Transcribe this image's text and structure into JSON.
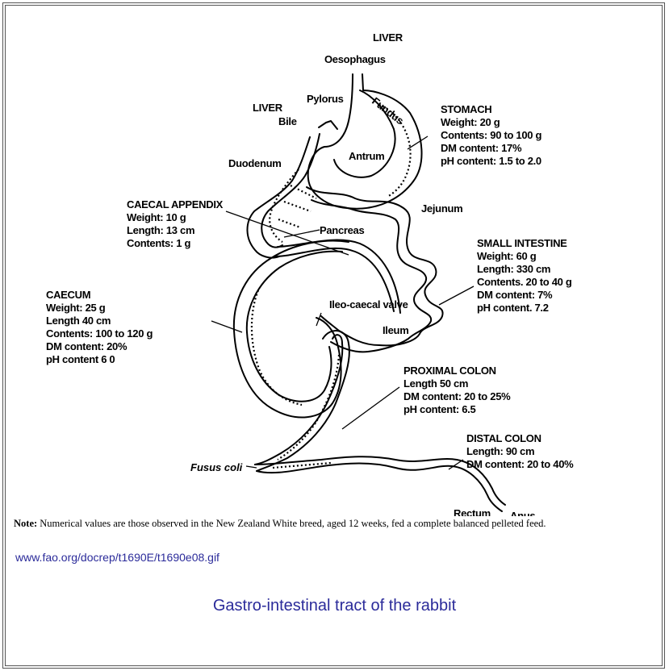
{
  "diagram": {
    "labels": {
      "liver_top": "LIVER",
      "oesophagus": "Oesophagus",
      "liver_left": "LIVER",
      "pylorus": "Pylorus",
      "bile": "Bile",
      "fundus": "Fundus",
      "antrum": "Antrum",
      "duodenum": "Duodenum",
      "pancreas": "Pancreas",
      "jejunum": "Jejunum",
      "ileo_caecal_valve": "Ileo-caecal valve",
      "ileum": "Ileum",
      "fusus_coli": "Fusus coli",
      "rectum": "Rectum",
      "anus": "Anus"
    },
    "stomach": {
      "title": "STOMACH",
      "lines": [
        "Weight: 20 g",
        "Contents: 90 to 100 g",
        "DM content: 17%",
        "pH content: 1.5 to 2.0"
      ]
    },
    "caecal_appendix": {
      "title": "CAECAL APPENDIX",
      "lines": [
        "Weight: 10 g",
        "Length: 13 cm",
        "Contents: 1 g"
      ]
    },
    "small_intestine": {
      "title": "SMALL INTESTINE",
      "lines": [
        "Weight: 60 g",
        "Length: 330 cm",
        "Contents. 20 to 40 g",
        "DM content: 7%",
        "pH content. 7.2"
      ]
    },
    "caecum": {
      "title": "CAECUM",
      "lines": [
        "Weight: 25 g",
        "Length 40 cm",
        "Contents: 100 to 120 g",
        "DM content: 20%",
        "pH content 6 0"
      ]
    },
    "proximal_colon": {
      "title": "PROXIMAL COLON",
      "lines": [
        "Length 50 cm",
        "DM content: 20 to 25%",
        "pH content: 6.5"
      ]
    },
    "distal_colon": {
      "title": "DISTAL COLON",
      "lines": [
        "Length: 90 cm",
        "DM content: 20 to 40%"
      ]
    }
  },
  "note": {
    "prefix": "Note:",
    "text": " Numerical values are those observed in the New Zealand White breed, aged 12 weeks, fed a complete balanced pelleted feed."
  },
  "source_url": "www.fao.org/docrep/t1690E/t1690e08.gif",
  "caption": "Gastro-intestinal tract of the rabbit"
}
